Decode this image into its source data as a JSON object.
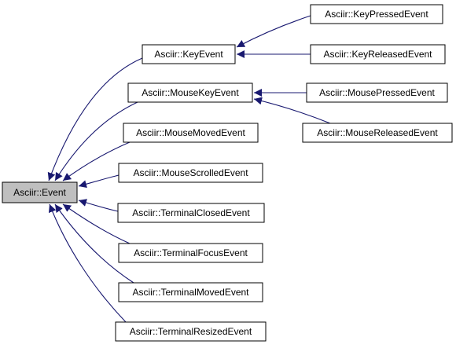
{
  "diagram": {
    "type": "inheritance-graph",
    "colors": {
      "edge": "#191970",
      "root_fill": "#bfbfbf",
      "node_fill": "#ffffff",
      "border": "#000000"
    },
    "root": {
      "id": "event",
      "label": "Asciir::Event"
    },
    "nodes": [
      {
        "id": "event",
        "label": "Asciir::Event"
      },
      {
        "id": "key",
        "label": "Asciir::KeyEvent"
      },
      {
        "id": "mousekey",
        "label": "Asciir::MouseKeyEvent"
      },
      {
        "id": "mousemoved",
        "label": "Asciir::MouseMovedEvent"
      },
      {
        "id": "mousescrolled",
        "label": "Asciir::MouseScrolledEvent"
      },
      {
        "id": "termclosed",
        "label": "Asciir::TerminalClosedEvent"
      },
      {
        "id": "termfocus",
        "label": "Asciir::TerminalFocusEvent"
      },
      {
        "id": "termmoved",
        "label": "Asciir::TerminalMovedEvent"
      },
      {
        "id": "termresized",
        "label": "Asciir::TerminalResizedEvent"
      },
      {
        "id": "keypressed",
        "label": "Asciir::KeyPressedEvent"
      },
      {
        "id": "keyreleased",
        "label": "Asciir::KeyReleasedEvent"
      },
      {
        "id": "mousepressed",
        "label": "Asciir::MousePressedEvent"
      },
      {
        "id": "mousereleased",
        "label": "Asciir::MouseReleasedEvent"
      }
    ],
    "edges": [
      {
        "from": "key",
        "to": "event"
      },
      {
        "from": "mousekey",
        "to": "event"
      },
      {
        "from": "mousemoved",
        "to": "event"
      },
      {
        "from": "mousescrolled",
        "to": "event"
      },
      {
        "from": "termclosed",
        "to": "event"
      },
      {
        "from": "termfocus",
        "to": "event"
      },
      {
        "from": "termmoved",
        "to": "event"
      },
      {
        "from": "termresized",
        "to": "event"
      },
      {
        "from": "keypressed",
        "to": "key"
      },
      {
        "from": "keyreleased",
        "to": "key"
      },
      {
        "from": "mousepressed",
        "to": "mousekey"
      },
      {
        "from": "mousereleased",
        "to": "mousekey"
      }
    ]
  }
}
